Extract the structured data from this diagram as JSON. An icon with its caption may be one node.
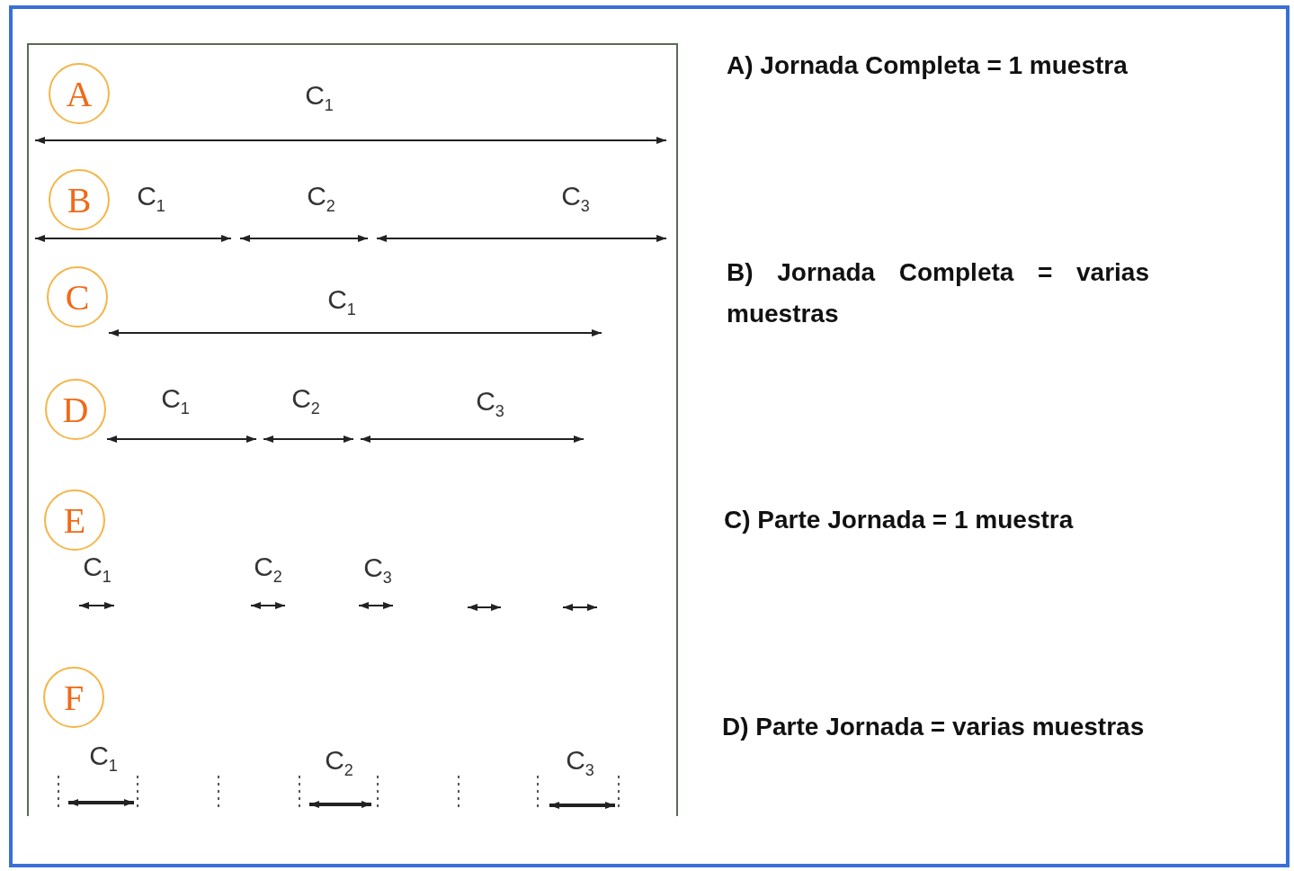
{
  "diagram": {
    "nodes": [
      {
        "text": [],
        "shape": "box"
      },
      {
        "text": [
          "A"
        ],
        "in": 0
      },
      {
        "text": [
          "B"
        ],
        "in": 0
      },
      {
        "text": [
          "C"
        ],
        "in": 0
      },
      {
        "text": [
          "D"
        ],
        "in": 0
      },
      {
        "text": [
          "E"
        ],
        "in": 0
      },
      {
        "text": [
          "F"
        ],
        "in": 0
      }
    ],
    "edges": [],
    "labels": [
      "C$_{1}$",
      "C$_{1}$",
      "C$_{2}$",
      "C$_{3}$",
      "C$_{1}$",
      "C$_{1}$",
      "C$_{2}$",
      "C$_{3}$",
      "C$_{1}$",
      "C$_{2}$",
      "C$_{3}$",
      "C$_{1}$",
      "C$_{2}$",
      "C$_{3}$",
      "A) Jornada Completa = 1 muestra",
      "B) Jornada Completa = varias muestras",
      "C) Parte Jornada = 1 muestra",
      "D) Parte Jornada = varias muestras"
    ]
  }
}
